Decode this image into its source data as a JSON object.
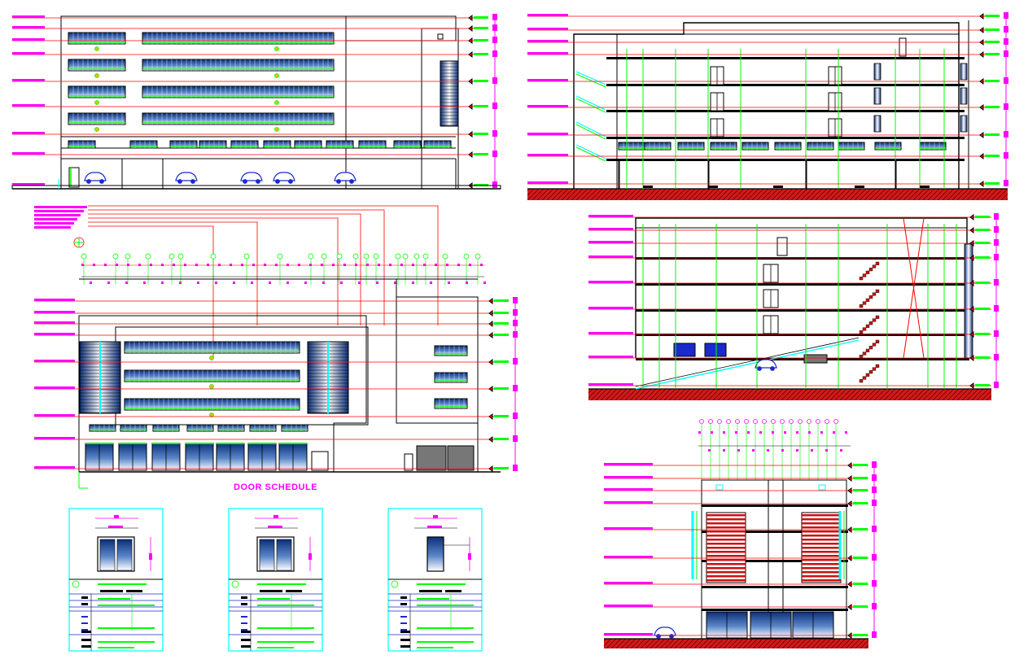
{
  "drawing": {
    "title": "DOOR SCHEDULE",
    "colors": {
      "line": "#000000",
      "level": "#ff0000",
      "dim": "#ff00ff",
      "green": "#00ff00",
      "cyan": "#00ffff",
      "glass": "#1a4a9a",
      "ground": "#d21a1a",
      "stair": "#cc1111",
      "car": "#1a2acc"
    },
    "views": [
      "front-elevation",
      "longitudinal-section-a",
      "side-elevation",
      "longitudinal-section-b",
      "cross-section",
      "door-schedule"
    ],
    "door_schedule": {
      "cards": [
        {
          "type": "double-leaf-door"
        },
        {
          "type": "double-leaf-door"
        },
        {
          "type": "single-leaf-door"
        }
      ]
    }
  }
}
